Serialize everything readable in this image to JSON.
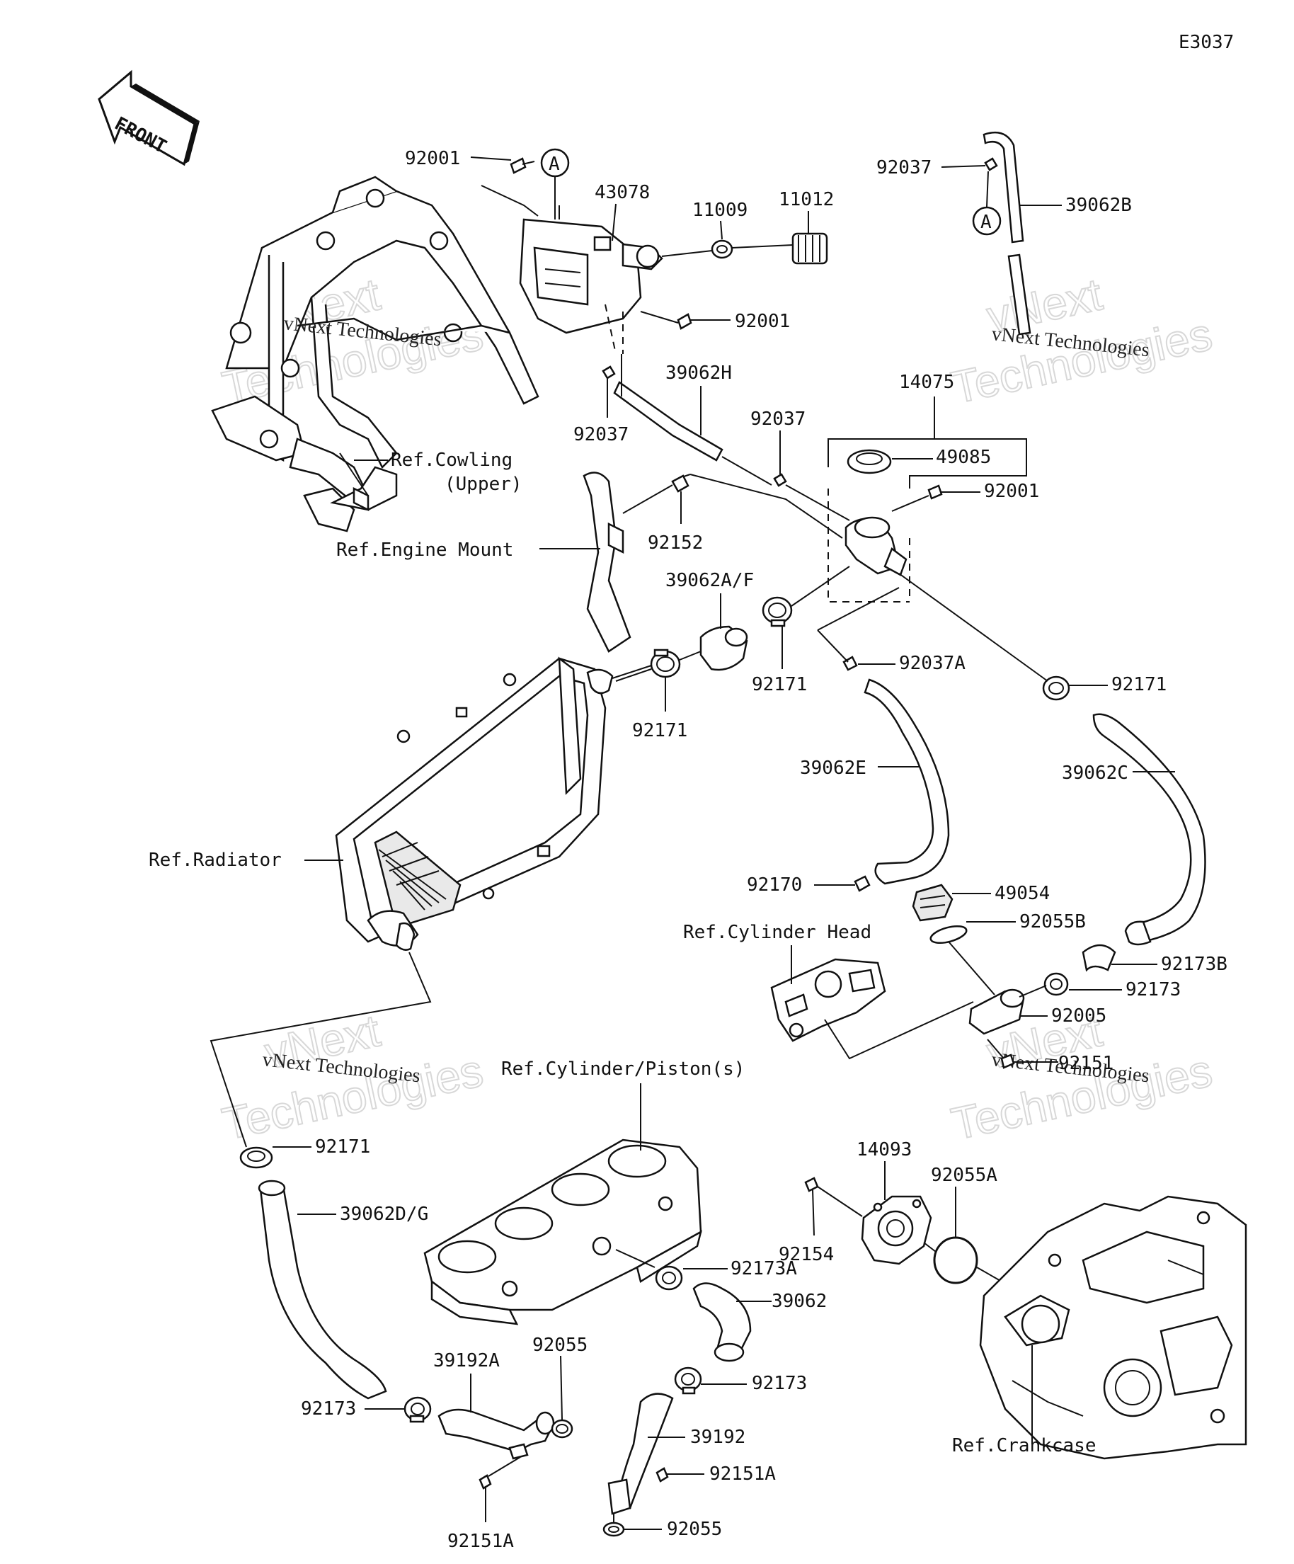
{
  "diagram_id": "E3037",
  "front_label": "FRONT",
  "callout_letter": "A",
  "labels": {
    "p92001_top": "92001",
    "p43078": "43078",
    "p11009": "11009",
    "p11012": "11012",
    "p92037_tr": "92037",
    "p39062B": "39062B",
    "p92001_mid": "92001",
    "p39062H": "39062H",
    "p92037_l": "92037",
    "p92037_c": "92037",
    "p14075": "14075",
    "p49085": "49085",
    "p92001_r": "92001",
    "ref_cowling_1": "Ref.Cowling",
    "ref_cowling_2": "(Upper)",
    "p92152": "92152",
    "ref_engine_mount": "Ref.Engine Mount",
    "p39062AF": "39062A/F",
    "p92171_c": "92171",
    "p92171_l": "92171",
    "p92037A": "92037A",
    "p92171_r": "92171",
    "p39062E": "39062E",
    "p39062C": "39062C",
    "ref_radiator": "Ref.Radiator",
    "p92170": "92170",
    "p49054": "49054",
    "p92055B": "92055B",
    "ref_cylinder_head": "Ref.Cylinder Head",
    "p92173B": "92173B",
    "p92173_r": "92173",
    "p92005": "92005",
    "p92151": "92151",
    "ref_cylinder_piston": "Ref.Cylinder/Piston(s)",
    "p92171_bl": "92171",
    "p14093": "14093",
    "p92055A": "92055A",
    "p39062DG": "39062D/G",
    "p92154": "92154",
    "p92173A": "92173A",
    "p39062": "39062",
    "p92055_m": "92055",
    "p39192A": "39192A",
    "p92173_bl": "92173",
    "p92173_bm": "92173",
    "p39192": "39192",
    "p92151A_r": "92151A",
    "p92151A_b": "92151A",
    "p92055_b": "92055",
    "ref_crankcase": "Ref.Crankcase"
  },
  "watermark": {
    "line1": "vNext Technologies",
    "big1": "vNext",
    "big2": "Technologies"
  }
}
